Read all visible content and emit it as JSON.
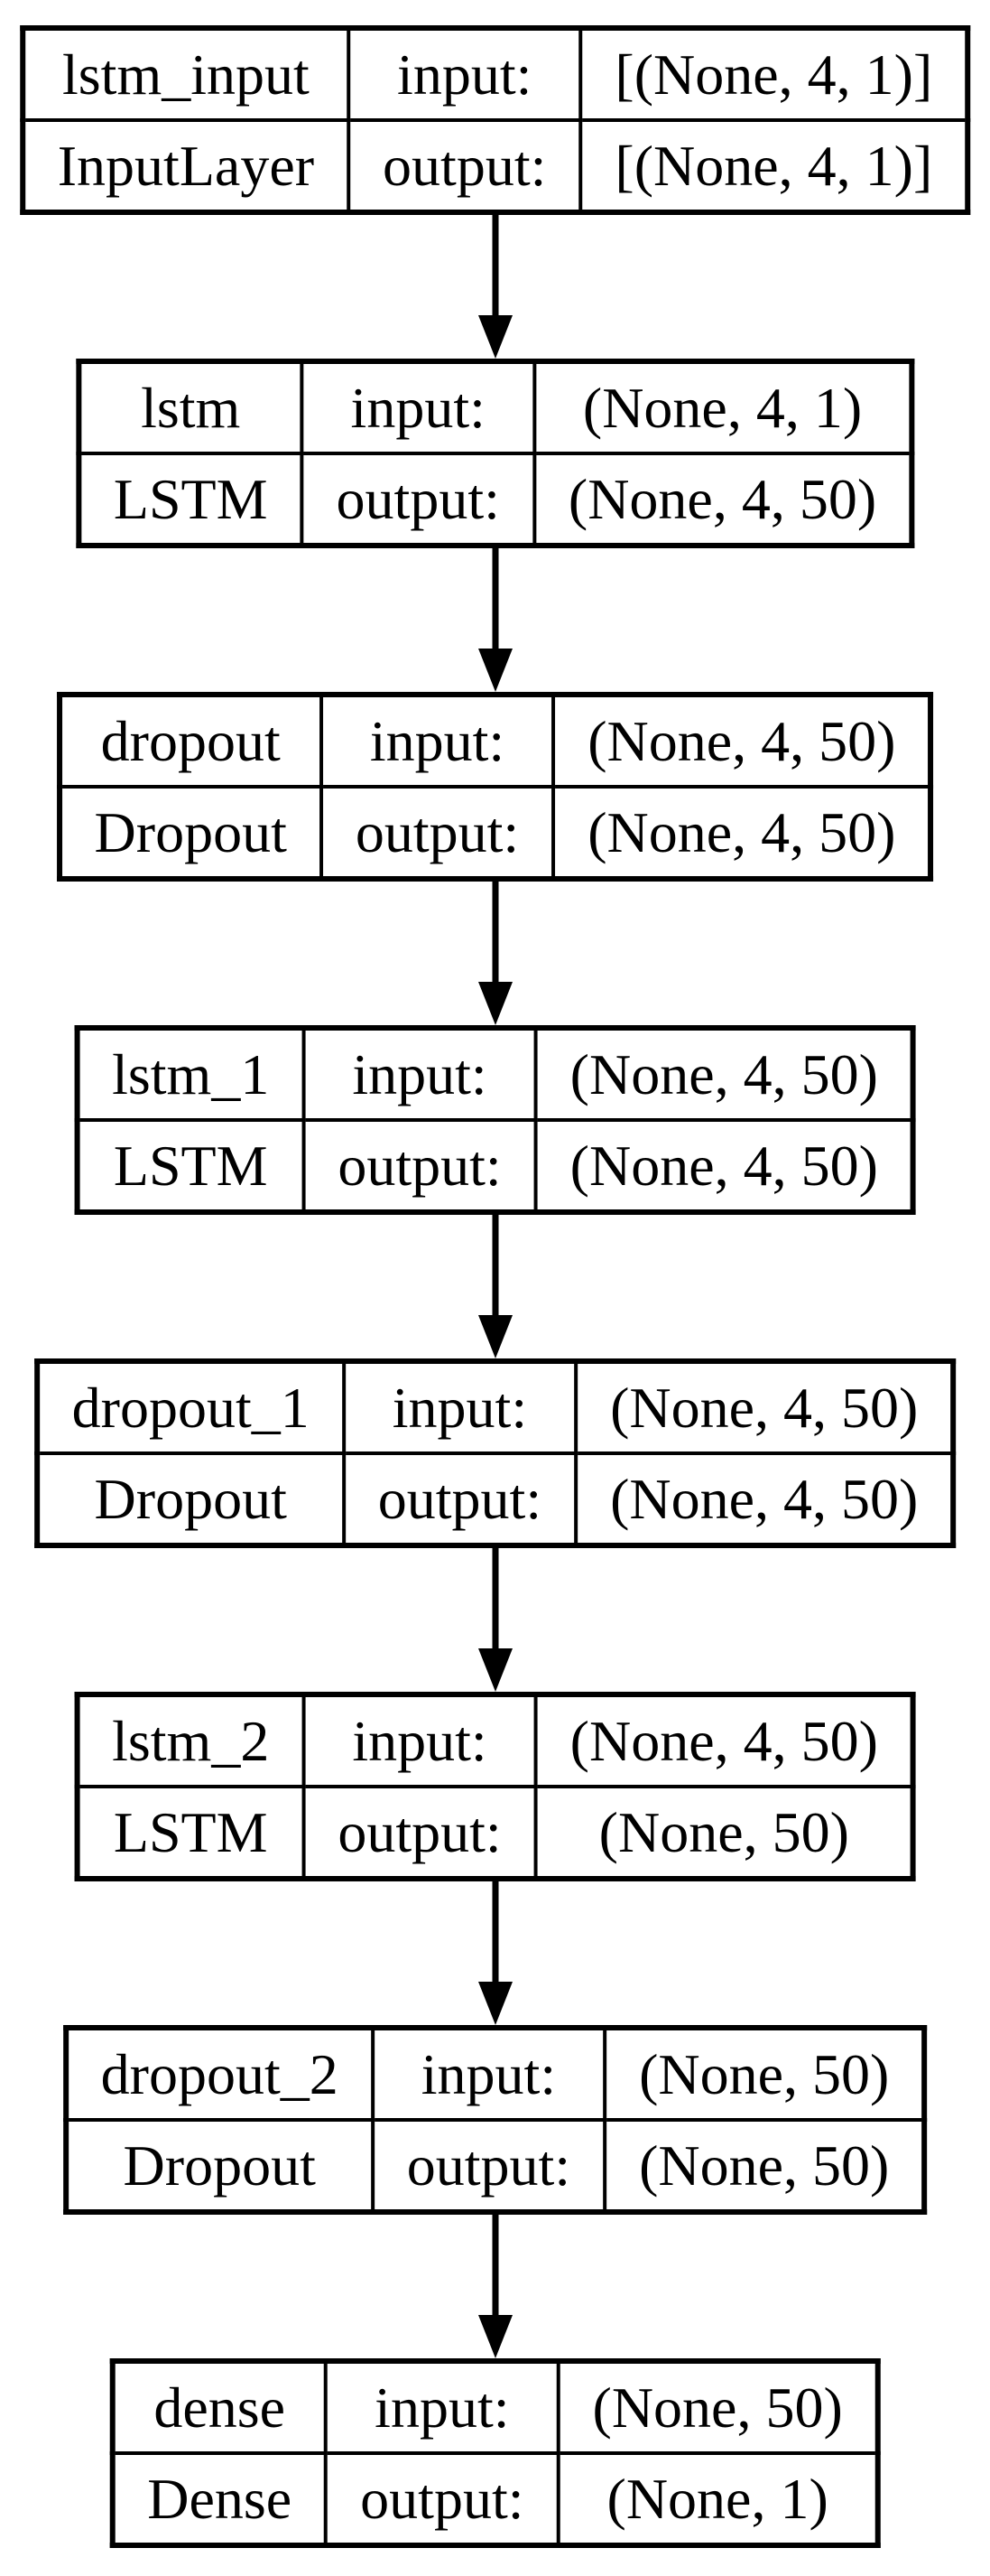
{
  "diagram": {
    "kind": "keras-model-architecture",
    "labels": {
      "input": "input:",
      "output": "output:"
    },
    "nodes": [
      {
        "name": "lstm_input",
        "type": "InputLayer",
        "input_shape": "[(None, 4, 1)]",
        "output_shape": "[(None, 4, 1)]"
      },
      {
        "name": "lstm",
        "type": "LSTM",
        "input_shape": "(None, 4, 1)",
        "output_shape": "(None, 4, 50)"
      },
      {
        "name": "dropout",
        "type": "Dropout",
        "input_shape": "(None, 4, 50)",
        "output_shape": "(None, 4, 50)"
      },
      {
        "name": "lstm_1",
        "type": "LSTM",
        "input_shape": "(None, 4, 50)",
        "output_shape": "(None, 4, 50)"
      },
      {
        "name": "dropout_1",
        "type": "Dropout",
        "input_shape": "(None, 4, 50)",
        "output_shape": "(None, 4, 50)"
      },
      {
        "name": "lstm_2",
        "type": "LSTM",
        "input_shape": "(None, 4, 50)",
        "output_shape": "(None, 50)"
      },
      {
        "name": "dropout_2",
        "type": "Dropout",
        "input_shape": "(None, 50)",
        "output_shape": "(None, 50)"
      },
      {
        "name": "dense",
        "type": "Dense",
        "input_shape": "(None, 50)",
        "output_shape": "(None, 1)"
      }
    ],
    "edges": [
      {
        "from": "lstm_input",
        "to": "lstm"
      },
      {
        "from": "lstm",
        "to": "dropout"
      },
      {
        "from": "dropout",
        "to": "lstm_1"
      },
      {
        "from": "lstm_1",
        "to": "dropout_1"
      },
      {
        "from": "dropout_1",
        "to": "lstm_2"
      },
      {
        "from": "lstm_2",
        "to": "dropout_2"
      },
      {
        "from": "dropout_2",
        "to": "dense"
      }
    ],
    "colors": {
      "border": "#000000",
      "text": "#000000",
      "background": "#ffffff"
    }
  }
}
